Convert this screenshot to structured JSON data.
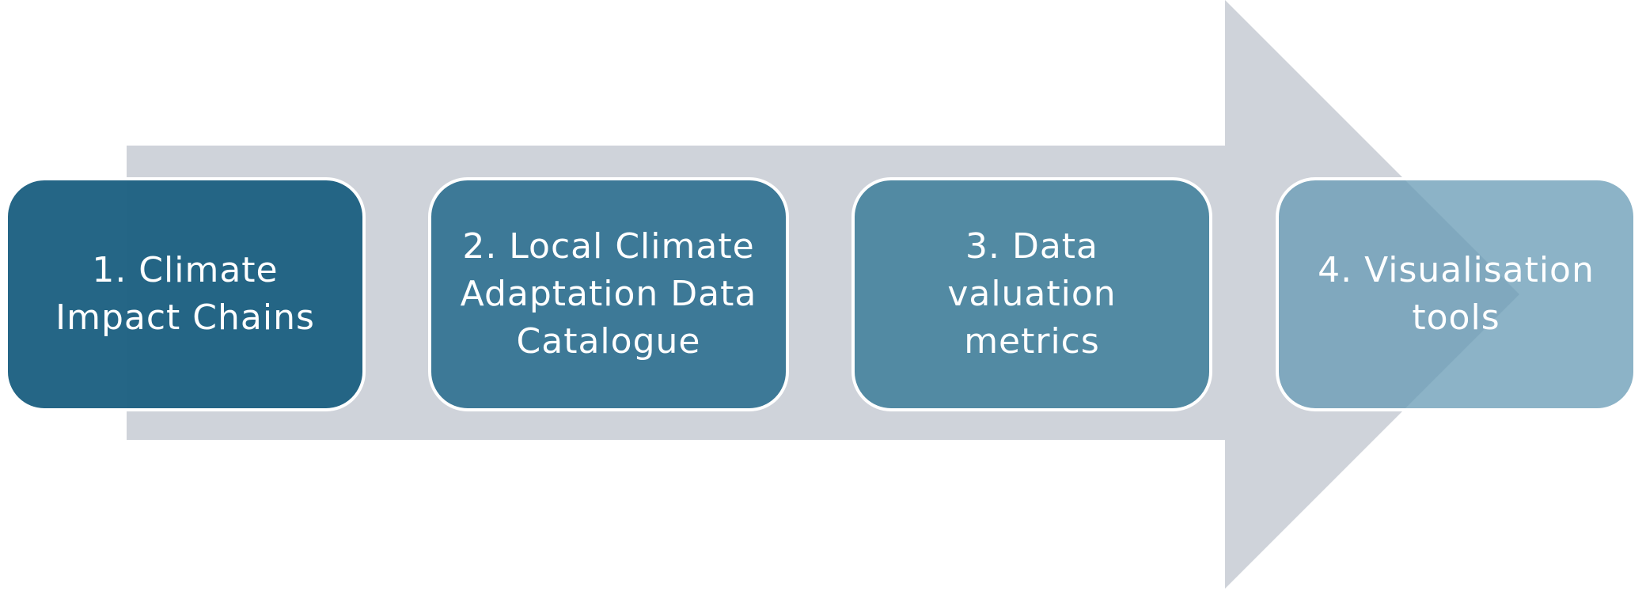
{
  "process": {
    "colors": {
      "arrow": "#cfd3da",
      "box_border": "#ffffff",
      "text": "#ffffff"
    },
    "steps": [
      {
        "label": "1. Climate Impact Chains",
        "color": "rgba(30,97,130,0.97)"
      },
      {
        "label": "2. Local Climate Adaptation Data Catalogue",
        "color": "rgba(50,114,145,0.93)"
      },
      {
        "label": "3. Data valuation metrics",
        "color": "rgba(72,131,158,0.92)"
      },
      {
        "label": "4. Visualisation tools",
        "color": "rgba(102,154,180,0.75)"
      }
    ]
  }
}
